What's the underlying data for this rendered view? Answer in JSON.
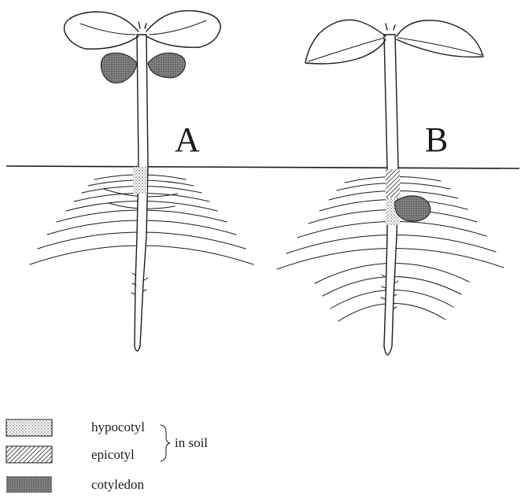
{
  "figure": {
    "seedling_a_label": "A",
    "seedling_b_label": "B"
  },
  "legend": {
    "items": [
      {
        "label": "hypocotyl",
        "pattern": "dotted"
      },
      {
        "label": "epicotyl",
        "pattern": "hatched"
      },
      {
        "label": "cotyledon",
        "pattern": "dark-stipple"
      }
    ],
    "bracket_text": "in soil"
  },
  "colors": {
    "ink": "#1a1a1a",
    "cotyledon_fill": "#6e6e6e",
    "background": "#ffffff"
  }
}
